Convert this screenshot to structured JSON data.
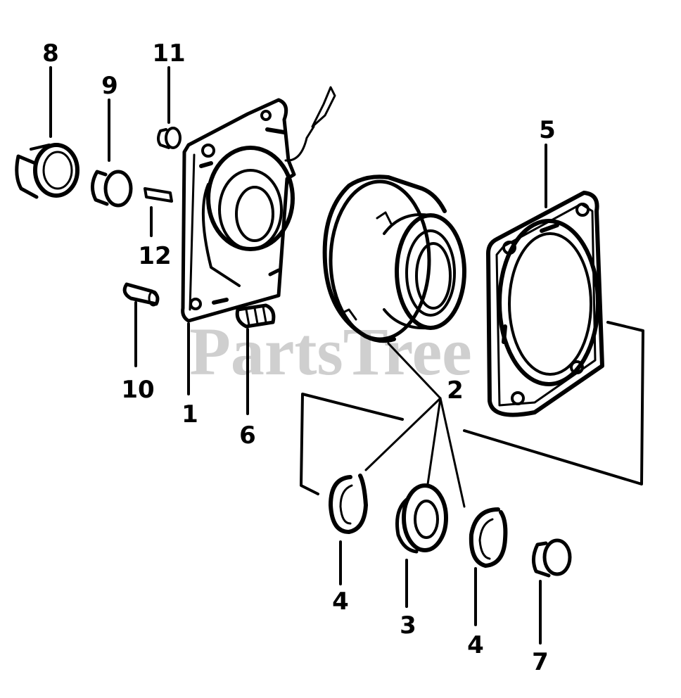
{
  "watermark": "PartsTree",
  "callouts": {
    "c1": "1",
    "c2": "2",
    "c3": "3",
    "c4a": "4",
    "c4b": "4",
    "c5": "5",
    "c6": "6",
    "c7": "7",
    "c8": "8",
    "c9": "9",
    "c10": "10",
    "c11": "11",
    "c12": "12"
  }
}
